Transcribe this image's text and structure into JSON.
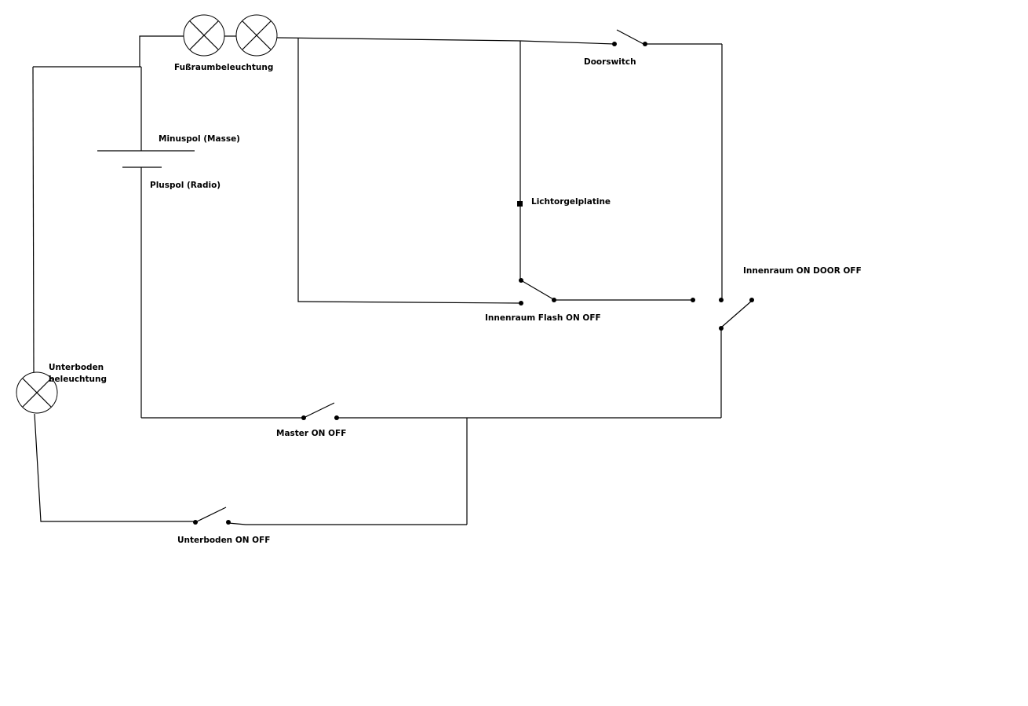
{
  "labels": {
    "footwell": "Fußraumbeleuchtung",
    "minus": "Minuspol (Masse)",
    "plus": "Pluspol (Radio)",
    "doorswitch": "Doorswitch",
    "board": "Lichtorgelplatine",
    "interior_door": "Innenraum ON DOOR OFF",
    "interior_flash": "Innenraum Flash ON OFF",
    "underbody_lamp_1": "Unterboden",
    "underbody_lamp_2": "beleuchtung",
    "master": "Master ON OFF",
    "underbody_switch": "Unterboden ON OFF"
  },
  "colors": {
    "line": "#000000",
    "background": "#ffffff"
  }
}
